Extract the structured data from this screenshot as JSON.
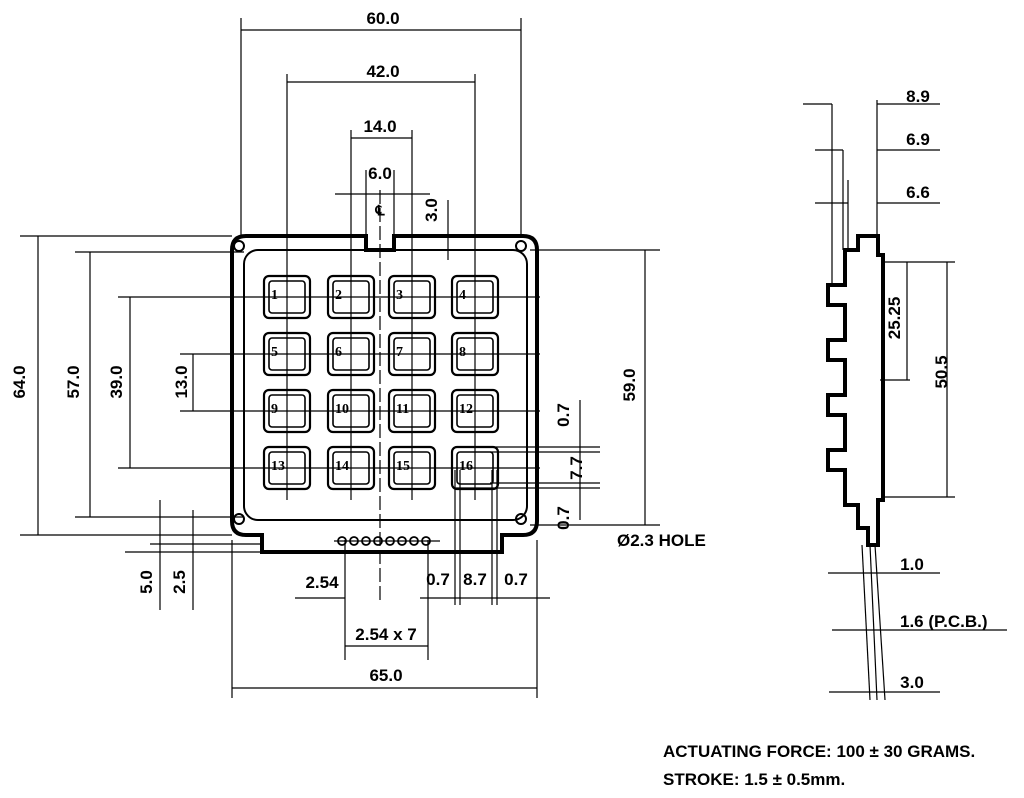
{
  "front_view": {
    "keys": [
      "1",
      "2",
      "3",
      "4",
      "5",
      "6",
      "7",
      "8",
      "9",
      "10",
      "11",
      "12",
      "13",
      "14",
      "15",
      "16"
    ],
    "centerline_symbol": "℄",
    "dims": {
      "overall_width": "60.0",
      "key_span_x": "42.0",
      "key_pitch_x": "14.0",
      "tab_width": "6.0",
      "tab_height": "3.0",
      "overall_height": "64.0",
      "inner_height": "57.0",
      "key_span_y": "39.0",
      "key_pitch_y": "13.0",
      "hole_span_y": "59.0",
      "gap_top": "0.7",
      "key_size": "7.7",
      "gap_bottom": "0.7",
      "hole": "Ø2.3 HOLE",
      "bottom_5": "5.0",
      "bottom_2_5": "2.5",
      "pin_pitch": "2.54",
      "gap_a": "0.7",
      "key_width": "8.7",
      "gap_b": "0.7",
      "pin_span": "2.54 x 7",
      "base_width": "65.0"
    }
  },
  "side_view": {
    "dims": {
      "d1": "8.9",
      "d2": "6.9",
      "d3": "6.6",
      "half_span": "25.25",
      "span": "50.5",
      "d4": "1.0",
      "pcb": "1.6 (P.C.B.)",
      "d5": "3.0"
    }
  },
  "notes": {
    "force": "ACTUATING FORCE: 100 ± 30  GRAMS.",
    "stroke": "STROKE: 1.5 ± 0.5mm."
  }
}
